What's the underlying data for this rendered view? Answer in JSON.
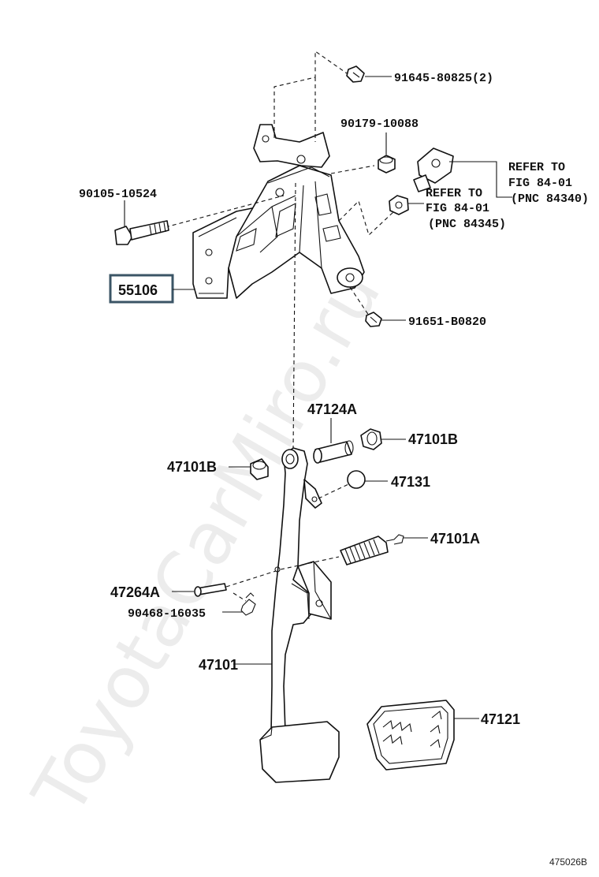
{
  "watermark": "ToyotaCarMiro.ru",
  "figure_id": "475026B",
  "highlighted_part": "55106",
  "labels": {
    "p91645": "91645-80825(2)",
    "p90179": "90179-10088",
    "p90105": "90105-10524",
    "refer1_l1": "REFER TO",
    "refer1_l2": "FIG 84-01",
    "refer1_l3": "(PNC 84340)",
    "refer2_l1": "REFER TO",
    "refer2_l2": "FIG 84-01",
    "refer2_l3": "(PNC 84345)",
    "p91651": "91651-B0820",
    "p47124A": "47124A",
    "p47101B_r": "47101B",
    "p47101B_l": "47101B",
    "p47131": "47131",
    "p47101A": "47101A",
    "p47264A": "47264A",
    "p90468": "90468-16035",
    "p47101": "47101",
    "p47121": "47121"
  }
}
